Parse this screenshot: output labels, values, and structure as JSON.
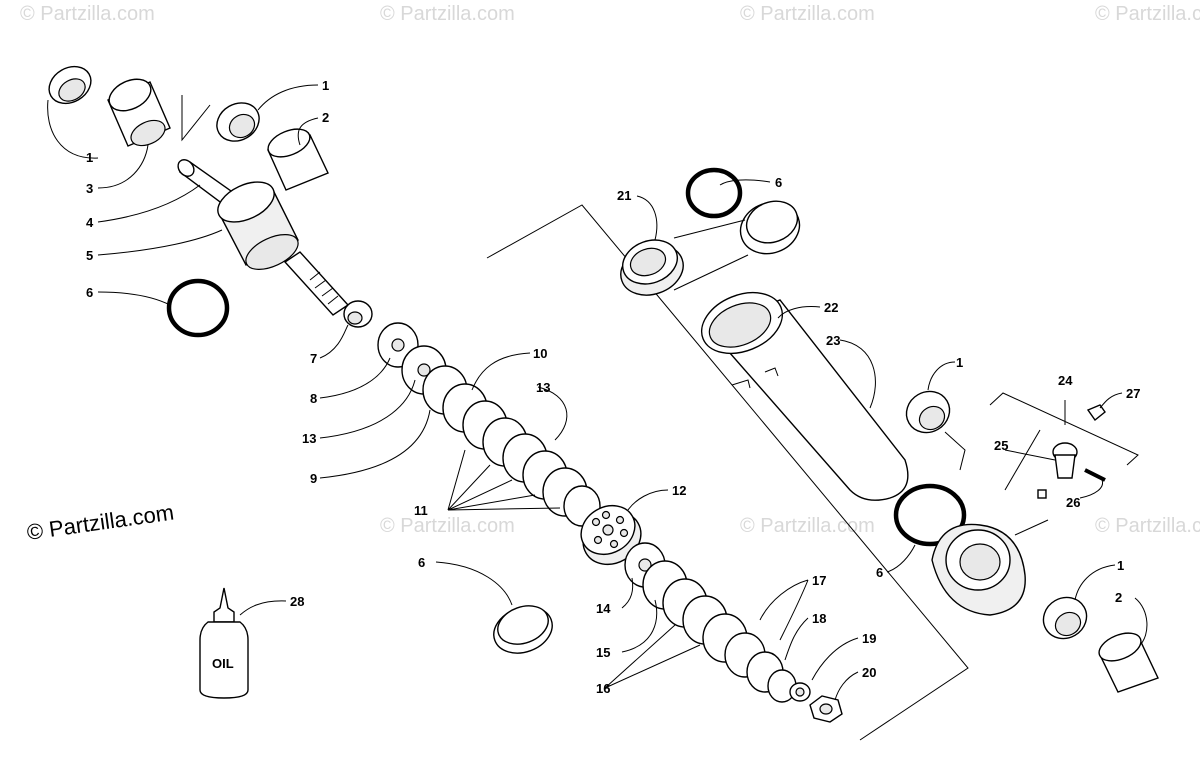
{
  "watermark": "© Partzilla.com",
  "credit": "© Partzilla.com",
  "oil_label": "OIL",
  "callouts": {
    "c1a": "1",
    "c1b": "1",
    "c1c": "1",
    "c1d": "1",
    "c2a": "2",
    "c2b": "2",
    "c3": "3",
    "c4": "4",
    "c5": "5",
    "c6a": "6",
    "c6b": "6",
    "c6c": "6",
    "c6d": "6",
    "c7": "7",
    "c8": "8",
    "c9": "9",
    "c10": "10",
    "c11": "11",
    "c12": "12",
    "c13a": "13",
    "c13b": "13",
    "c14": "14",
    "c15": "15",
    "c16": "16",
    "c17": "17",
    "c18": "18",
    "c19": "19",
    "c20": "20",
    "c21": "21",
    "c22": "22",
    "c23": "23",
    "c24": "24",
    "c25": "25",
    "c26": "26",
    "c27": "27",
    "c28": "28"
  }
}
